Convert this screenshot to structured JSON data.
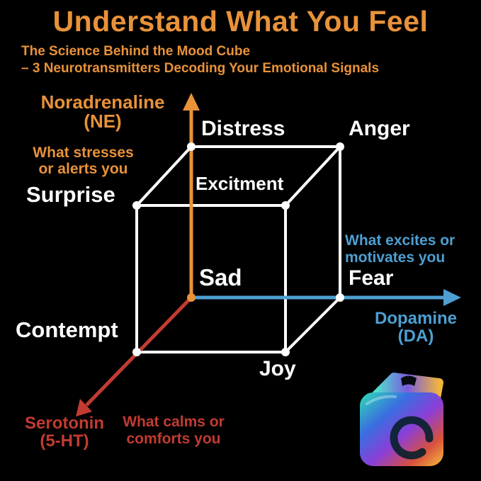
{
  "header": {
    "title": "Understand What You Feel",
    "subtitle_line1": "The Science Behind the Mood Cube",
    "subtitle_line2": "– 3 Neurotransmitters Decoding Your Emotional Signals"
  },
  "axes": {
    "vertical": {
      "name": "Noradrenaline",
      "abbr": "(NE)",
      "desc_line1": "What stresses",
      "desc_line2": "or alerts you"
    },
    "horizontal": {
      "name": "Dopamine",
      "abbr": "(DA)",
      "desc_line1": "What excites or",
      "desc_line2": "motivates you"
    },
    "diagonal": {
      "name": "Serotonin",
      "abbr": "(5-HT)",
      "desc_line1": "What calms or",
      "desc_line2": "comforts you"
    }
  },
  "emotions": {
    "distress": "Distress",
    "anger": "Anger",
    "excitement": "Excitment",
    "surprise": "Surprise",
    "sad": "Sad",
    "fear": "Fear",
    "contempt": "Contempt",
    "joy": "Joy"
  },
  "colors": {
    "background": "#000000",
    "orange_accent": "#E8923A",
    "blue_accent": "#4E9FD2",
    "red_accent": "#C23B31",
    "cube_lines": "#FFFFFF"
  }
}
